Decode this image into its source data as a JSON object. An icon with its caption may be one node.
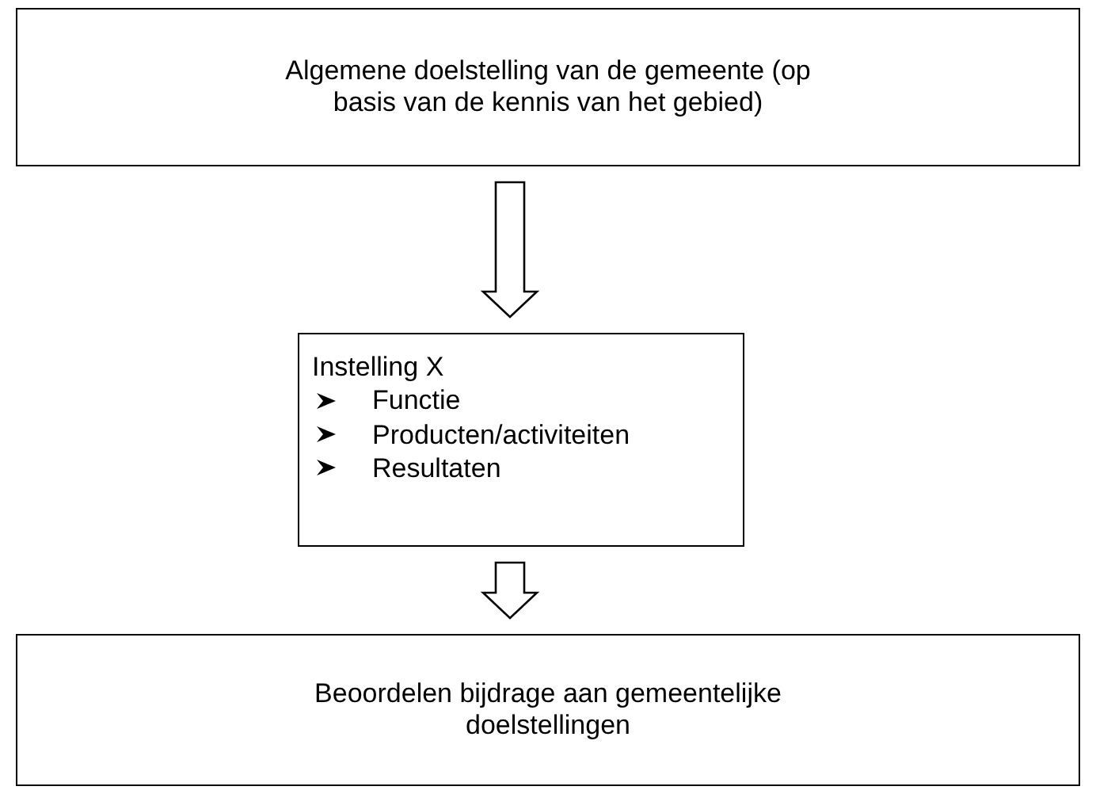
{
  "diagram": {
    "nodes": [
      {
        "text": [
          "Algemene doelstelling van de gemeente (op basis van de kennis van het gebied)"
        ]
      },
      {
        "text": [
          "Instelling X",
          "Functie",
          "Producten/activiteiten",
          "Resultaten"
        ]
      },
      {
        "text": [
          "Beoordelen bijdrage aan gemeentelijke doelstellingen"
        ]
      }
    ],
    "edges": [
      {
        "from": 0,
        "to": 1,
        "arrow": "to"
      },
      {
        "from": 1,
        "to": 2,
        "arrow": "to"
      }
    ]
  }
}
